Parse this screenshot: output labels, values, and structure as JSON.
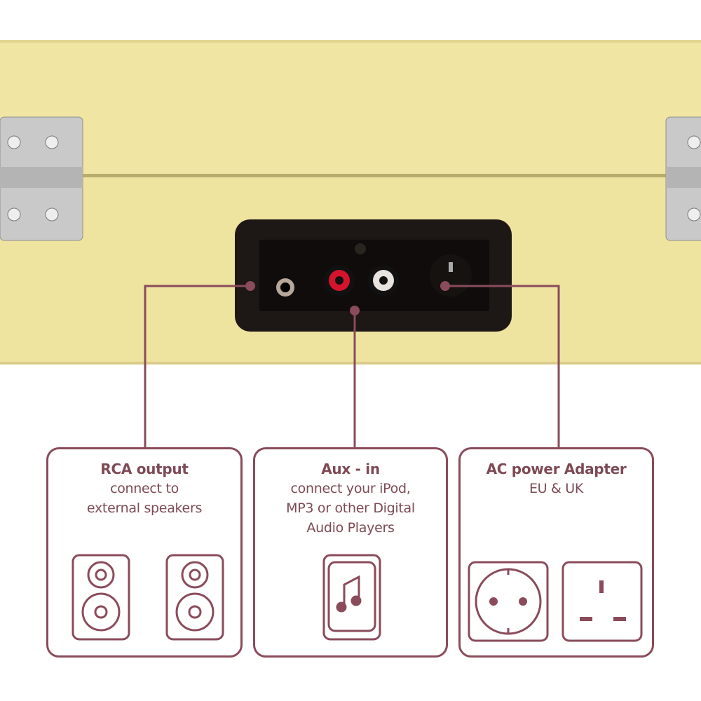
{
  "colors": {
    "accent": "#8a4b5a",
    "case": "#f0e5a3",
    "panel": "#1d1715"
  },
  "callouts": [
    {
      "title": "RCA output",
      "lines": [
        "connect to",
        "external speakers"
      ],
      "icon": "speakers-icon"
    },
    {
      "title": "Aux - in",
      "lines": [
        "connect your iPod,",
        "MP3 or other Digital",
        "Audio Players"
      ],
      "icon": "music-player-icon"
    },
    {
      "title": "AC power Adapter",
      "lines": [
        "EU & UK"
      ],
      "icon": "power-sockets-icon"
    }
  ]
}
